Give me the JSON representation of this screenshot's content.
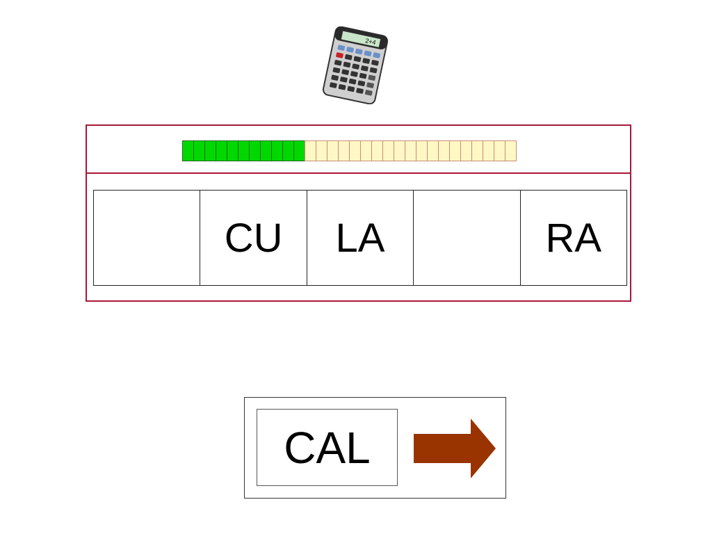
{
  "calculator": {
    "icon": "calculator-icon",
    "display_text": "2+4"
  },
  "progress": {
    "total": 30,
    "completed": 11,
    "filled_color": "#00d800",
    "empty_color": "#fff8c4"
  },
  "slots": [
    "",
    "CU",
    "LA",
    "",
    "RA"
  ],
  "answer": {
    "tile_text": "CAL",
    "arrow_icon": "right-arrow-icon",
    "arrow_color": "#993300"
  },
  "colors": {
    "panel_border": "#a8173a"
  }
}
